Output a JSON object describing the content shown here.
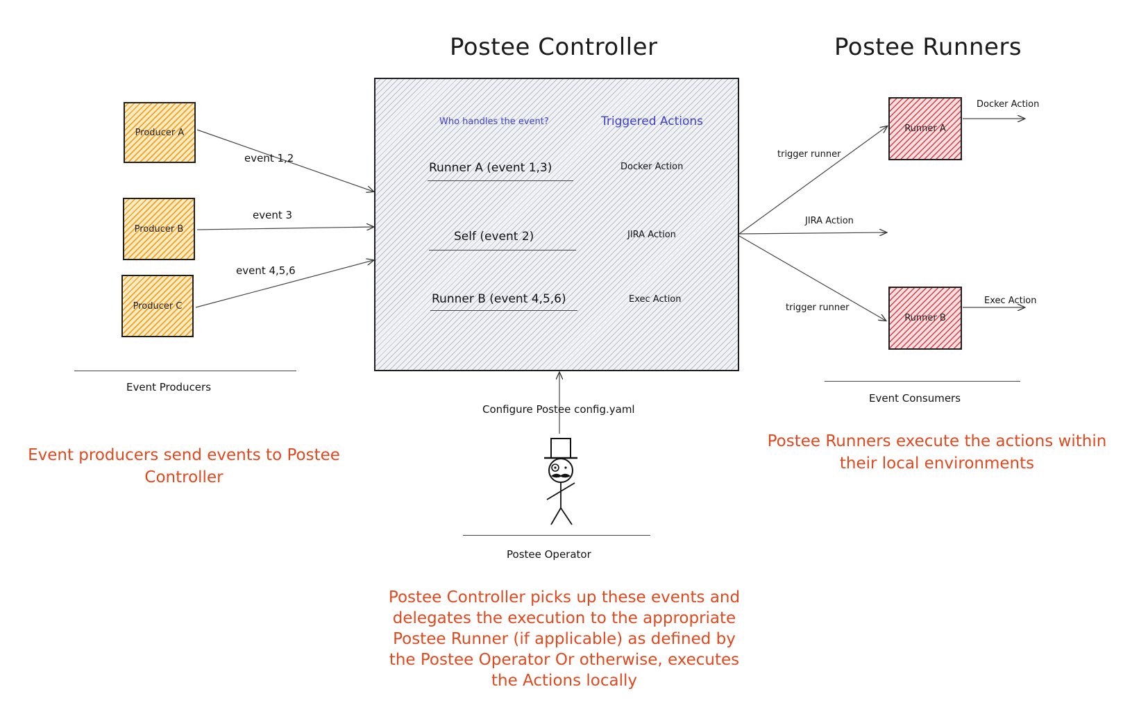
{
  "headings": {
    "controller": "Postee Controller",
    "runners": "Postee Runners"
  },
  "producers": [
    {
      "label": "Producer A"
    },
    {
      "label": "Producer B"
    },
    {
      "label": "Producer C"
    }
  ],
  "producer_edges": [
    "event 1,2",
    "event 3",
    "event 4,5,6"
  ],
  "producers_caption": "Event Producers",
  "producers_note": "Event producers send events to Postee Controller",
  "controller": {
    "col_handler": "Who handles the event?",
    "col_actions": "Triggered Actions",
    "rows": [
      {
        "handler": "Runner A (event 1,3)",
        "action": "Docker Action"
      },
      {
        "handler": "Self (event 2)",
        "action": "JIRA Action"
      },
      {
        "handler": "Runner B (event 4,5,6)",
        "action": "Exec Action"
      }
    ]
  },
  "runners": [
    {
      "label": "Runner A",
      "action": "Docker Action"
    },
    {
      "label": "Runner B",
      "action": "Exec Action"
    }
  ],
  "runner_edges": {
    "trigger_a": "trigger runner",
    "jira": "JIRA Action",
    "trigger_b": "trigger runner"
  },
  "consumers_caption": "Event Consumers",
  "runners_note": "Postee Runners execute the actions within their local environments",
  "operator": {
    "config_label": "Configure Postee config.yaml",
    "caption": "Postee Operator"
  },
  "controller_note": "Postee Controller picks up these events and delegates the execution to the appropriate Postee Runner (if applicable) as defined by the Postee Operator Or otherwise, executes the Actions locally",
  "colors": {
    "producer": "#f4a21d",
    "runner": "#e0383e",
    "note": "#e0481e",
    "blue": "#3f3fd0",
    "red_arrow": "#d42a2a",
    "purple_arrow": "#5533cc"
  }
}
